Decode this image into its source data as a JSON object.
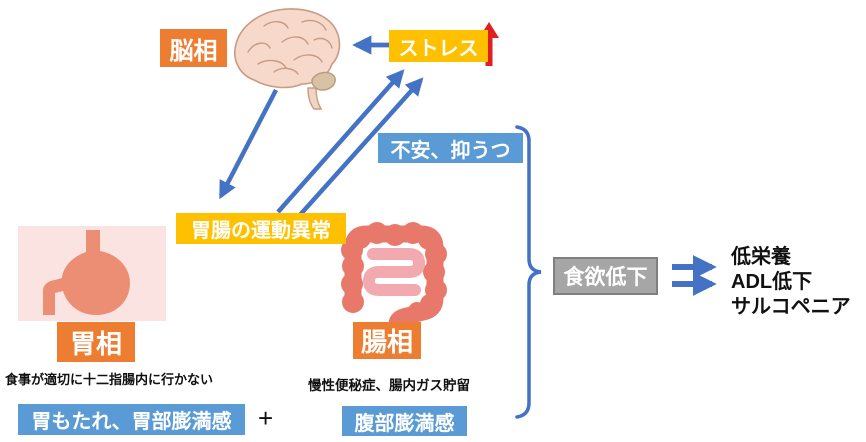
{
  "colors": {
    "orange": "#ED7D31",
    "gold": "#FFC000",
    "blue": "#5B9BD5",
    "arrow_blue": "#4472C4",
    "gray": "#A6A6A6",
    "gray_border": "#7F7F7F",
    "red": "#E02020",
    "pink_panel": "#FAE3E1",
    "stomach": "#EC8E74",
    "colon": "#E8796A",
    "small_intestine": "#F2A9B0",
    "brain_fill": "#F6D9CB",
    "brain_line": "#C79B84",
    "cerebellum": "#D9C2A4"
  },
  "nodes": {
    "brain_phase": {
      "label": "脳相"
    },
    "stress": {
      "label": "ストレス"
    },
    "anxiety": {
      "label": "不安、抑うつ"
    },
    "gi_motility": {
      "label": "胃腸の運動異常"
    },
    "stomach_phase": {
      "label": "胃相"
    },
    "stomach_note": {
      "label": "食事が適切に十二指腸内に行かない"
    },
    "intestine_phase": {
      "label": "腸相"
    },
    "intestine_note": {
      "label": "慢性便秘症、腸内ガス貯留"
    },
    "stomach_symptoms": {
      "label": "胃もたれ、胃部膨満感"
    },
    "plus": {
      "label": "+"
    },
    "abdominal_fullness": {
      "label": "腹部膨満感"
    },
    "appetite_loss": {
      "label": "食欲低下"
    },
    "outcomes": {
      "lines": [
        "低栄養",
        "ADL低下",
        "サルコペニア"
      ]
    }
  },
  "icons": {
    "brain": "brain-icon",
    "stomach": "stomach-icon",
    "intestine": "intestine-icon",
    "stress_increase": "red-up-arrow-icon"
  }
}
